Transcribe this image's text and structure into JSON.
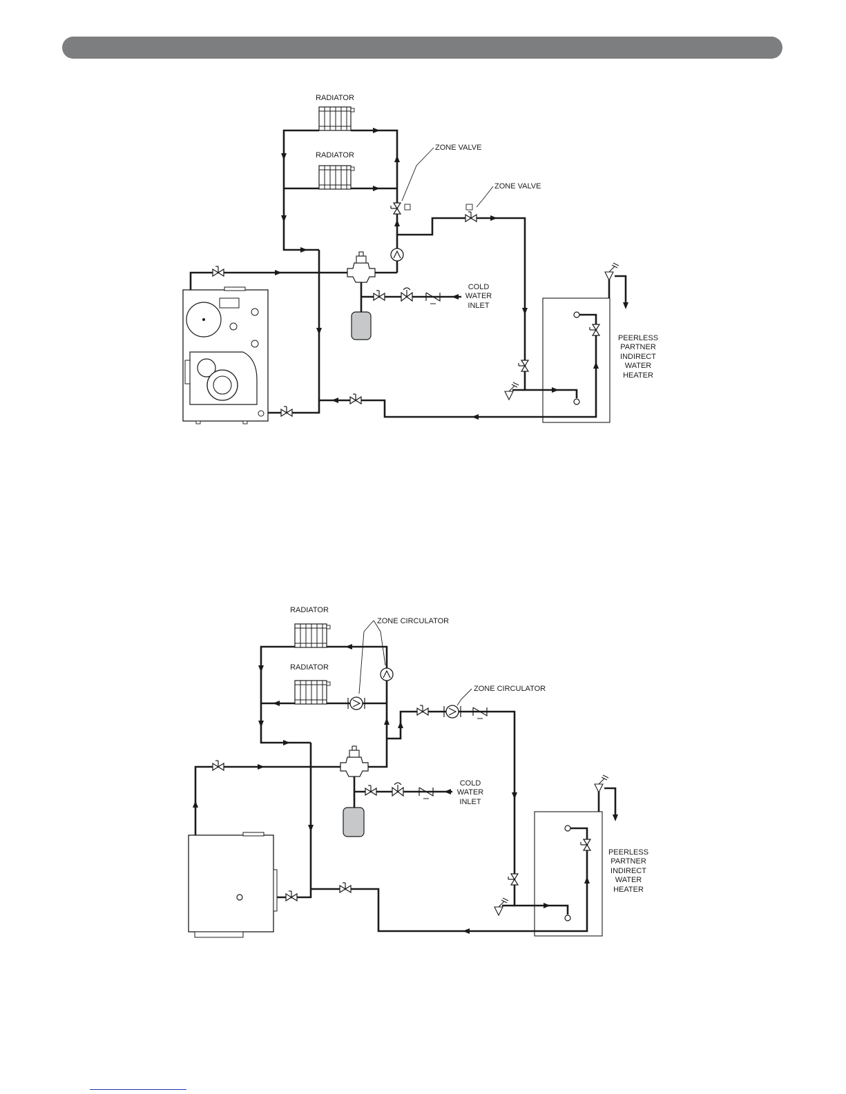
{
  "header": {
    "bar_color": "#7d7e80"
  },
  "diagram_top": {
    "labels": {
      "radiator_upper": "RADIATOR",
      "radiator_lower": "RADIATOR",
      "zone_valve_1": "ZONE VALVE",
      "zone_valve_2": "ZONE VALVE",
      "cold_water": [
        "COLD",
        "WATER",
        "INLET"
      ],
      "heater": [
        "PEERLESS",
        "PARTNER",
        "INDIRECT",
        "WATER",
        "HEATER"
      ]
    }
  },
  "diagram_bottom": {
    "labels": {
      "radiator_upper": "RADIATOR",
      "radiator_lower": "RADIATOR",
      "zone_circulator_1": "ZONE CIRCULATOR",
      "zone_circulator_2": "ZONE CIRCULATOR",
      "cold_water": [
        "COLD",
        "WATER",
        "INLET"
      ],
      "heater": [
        "PEERLESS",
        "PARTNER",
        "INDIRECT",
        "WATER",
        "HEATER"
      ]
    }
  }
}
